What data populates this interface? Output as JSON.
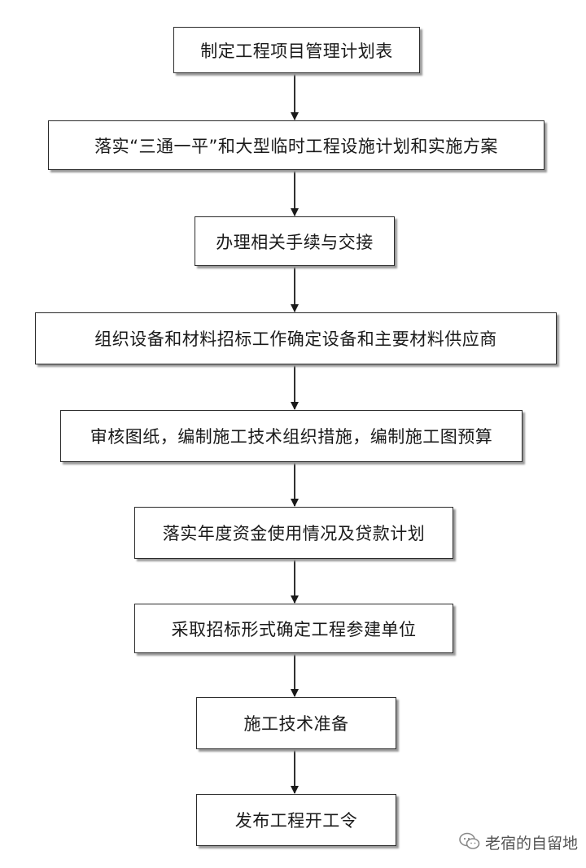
{
  "flowchart": {
    "steps": [
      "制定工程项目管理计划表",
      "落实“三通一平”和大型临时工程设施计划和实施方案",
      "办理相关手续与交接",
      "组织设备和材料招标工作确定设备和主要材料供应商",
      "审核图纸，编制施工技术组织措施，编制施工图预算",
      "落实年度资金使用情况及贷款计划",
      "采取招标形式确定工程参建单位",
      "施工技术准备",
      "发布工程开工令"
    ]
  },
  "watermark": {
    "icon": "wechat-icon",
    "text": "老宿的自留地"
  }
}
